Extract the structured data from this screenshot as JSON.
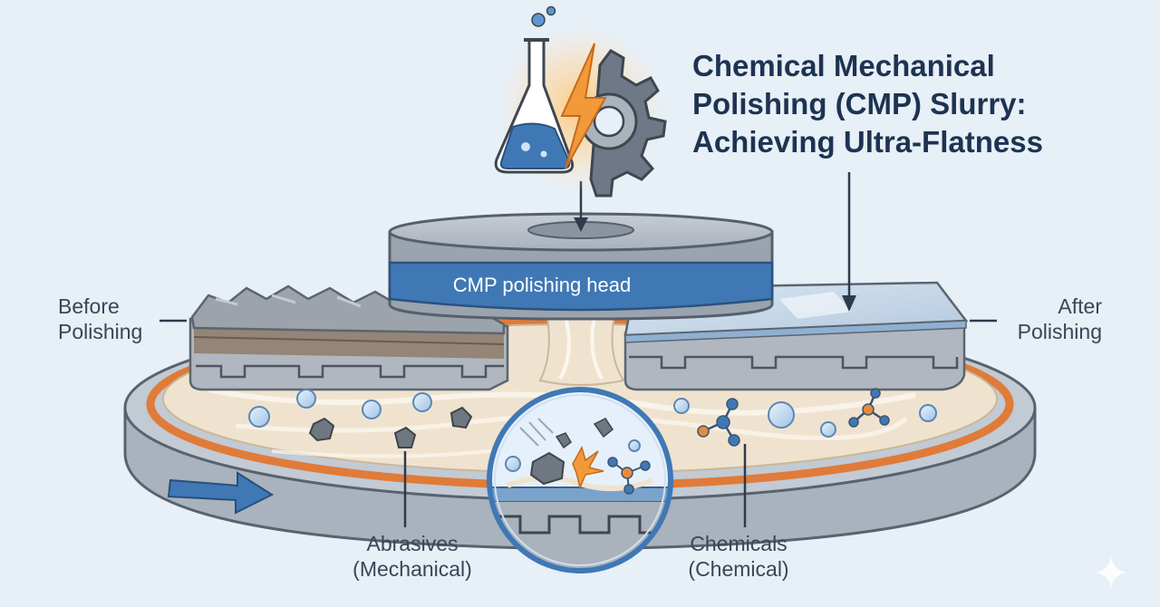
{
  "title_lines": [
    "Chemical Mechanical",
    "Polishing (CMP) Slurry:",
    "Achieving Ultra-Flatness"
  ],
  "labels": {
    "before": [
      "Before",
      "Polishing"
    ],
    "after": [
      "After",
      "Polishing"
    ],
    "head": "CMP polishing head",
    "abrasives": [
      "Abrasives",
      "(Mechanical)"
    ],
    "chemicals": [
      "Chemicals",
      "(Chemical)"
    ]
  },
  "colors": {
    "background": "#e7eff7",
    "title": "#1d3351",
    "head_band": "#3f78b5",
    "pad_rim": "#e07b39",
    "slurry": "#efe3cf",
    "accent_orange": "#f29a3a",
    "molecule_blue": "#3f78b5",
    "molecule_orange": "#e88a3a"
  },
  "icons": [
    "flask-icon",
    "lightning-icon",
    "gear-icon",
    "rotation-arrow-icon",
    "sparkle-icon"
  ]
}
